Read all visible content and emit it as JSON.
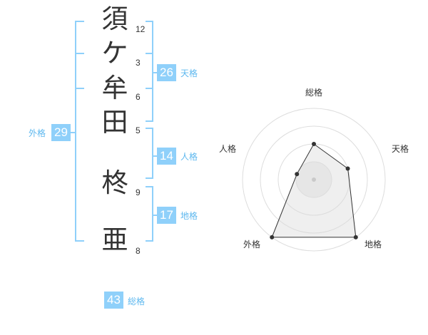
{
  "characters": [
    {
      "char": "須",
      "strokes": "12"
    },
    {
      "char": "ケ",
      "strokes": "3"
    },
    {
      "char": "牟",
      "strokes": "6"
    },
    {
      "char": "田",
      "strokes": "5"
    },
    {
      "char": "柊",
      "strokes": "9"
    },
    {
      "char": "亜",
      "strokes": "8"
    }
  ],
  "fortunes": {
    "tenkaku": {
      "value": "26",
      "label": "天格"
    },
    "jinkaku": {
      "value": "14",
      "label": "人格"
    },
    "chikaku": {
      "value": "17",
      "label": "地格"
    },
    "gaikaku": {
      "value": "29",
      "label": "外格"
    },
    "soukaku": {
      "value": "43",
      "label": "総格"
    }
  },
  "radar": {
    "labels": {
      "soukaku": "総格",
      "tenkaku": "天格",
      "chikaku": "地格",
      "gaikaku": "外格",
      "jinkaku": "人格"
    },
    "levels": 4,
    "values": {
      "soukaku": 2,
      "tenkaku": 2,
      "chikaku": 4,
      "gaikaku": 4,
      "jinkaku": 1
    },
    "colors": {
      "grid": "#dddddd",
      "fill": "#eeeeee",
      "line": "#333333",
      "center": "#bbbbbb"
    }
  },
  "colors": {
    "accent": "#8fd0fa",
    "bracket": "#8fd0fa",
    "label": "#5eb8ef",
    "text": "#333333"
  }
}
